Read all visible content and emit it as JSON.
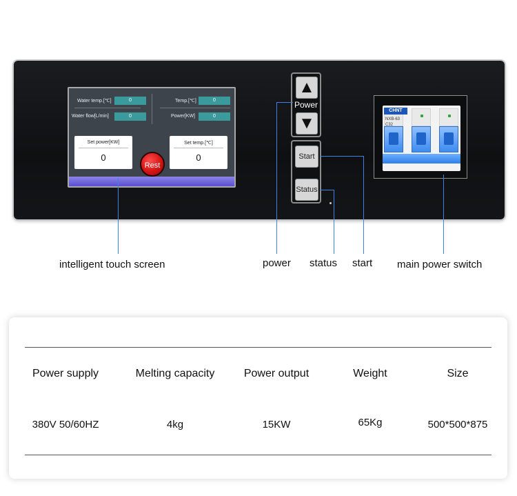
{
  "touch_screen": {
    "water_temp_label": "Water temp.[℃]",
    "water_temp_value": "0",
    "temp_label": "Temp.[℃]",
    "temp_value": "0",
    "water_flow_label": "Water flow[L/min]",
    "water_flow_value": "0",
    "power_label": "Power[KW]",
    "power_value": "0",
    "set_power_label": "Set power[KW]",
    "set_power_value": "0",
    "set_temp_label": "Set temp.[℃]",
    "set_temp_value": "0",
    "rest_label": "Rest"
  },
  "buttons": {
    "power_label": "Power",
    "up_icon": "▲",
    "down_icon": "▼",
    "start_label": "Start",
    "status_label": "Status"
  },
  "breaker": {
    "brand": "CHNT",
    "model": "NXB-63",
    "rating": "C32"
  },
  "callouts": {
    "touch_screen": "intelligent touch screen",
    "power": "power",
    "status": "status",
    "start": "start",
    "main_switch": "main power switch"
  },
  "spec_table": {
    "headers": [
      "Power supply",
      "Melting capacity",
      "Power output",
      "Weight",
      "Size"
    ],
    "values": [
      "380V 50/60HZ",
      "4kg",
      "15KW",
      "65Kg",
      "500*500*875"
    ]
  },
  "colors": {
    "panel": "#111214",
    "screen_value": "#3b9a9c",
    "callout_line": "#3b82e6",
    "breaker_blue": "#3f8bf0"
  }
}
